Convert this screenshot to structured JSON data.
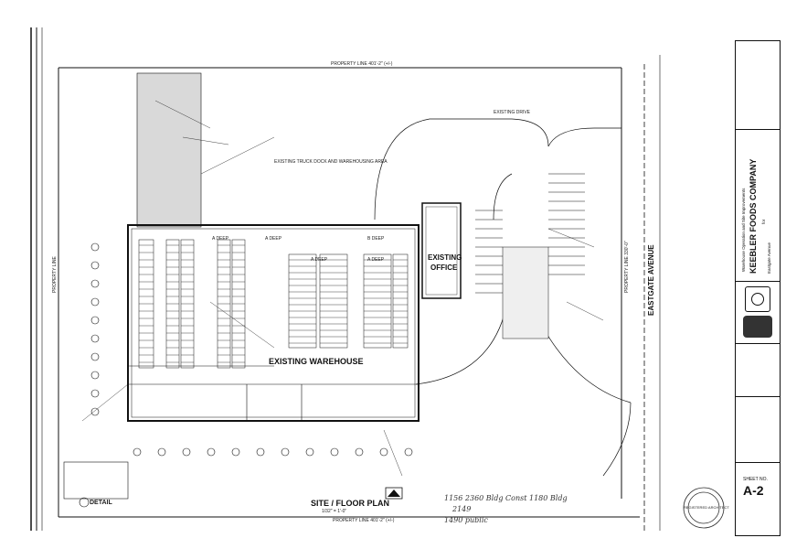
{
  "drawing": {
    "title": "SITE / FLOOR PLAN",
    "scale": "1/32\" = 1'-0\"",
    "warehouse_label": "EXISTING WAREHOUSE",
    "office_label_line1": "EXISTING",
    "office_label_line2": "OFFICE",
    "street_label": "EASTGATE AVENUE",
    "existing_drive": "EXISTING DRIVE",
    "truck_dock": "EXISTING TRUCK DOCK AND WAREHOUSING AREA",
    "property_line_top": "PROPERTY LINE   401'-2\" (+/-)",
    "property_line_bottom": "PROPERTY LINE   401'-2\" (+/-)",
    "property_line_left": "PROPERTY LINE",
    "property_line_right": "PROPERTY LINE   330'-0\"",
    "detail_label": "DETAIL",
    "handwritten_1": "1156  2360  Bldg  Const  1180 Bldg",
    "handwritten_2": "2149",
    "handwritten_3": "1490  public",
    "room_labels": [
      "A DEEP",
      "A DEEP",
      "A DEEP",
      "A DEEP",
      "B DEEP"
    ]
  },
  "title_block": {
    "company": "KEEBLER FOODS COMPANY",
    "project_line1": "Warehouse Operation and Site Improvements",
    "project_line2": "for",
    "address": "Eastgate Avenue",
    "sheet_no_label": "SHEET NO.",
    "sheet_no": "A-2",
    "seal_text": "REGISTERED ARCHITECT"
  }
}
